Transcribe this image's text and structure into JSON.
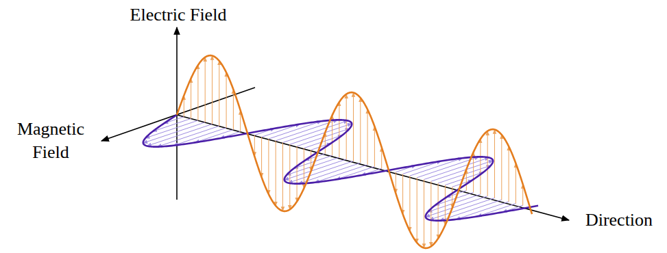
{
  "diagram": {
    "labels": [
      "Electric Field",
      "Magnetic Field",
      "Direction"
    ]
  }
}
